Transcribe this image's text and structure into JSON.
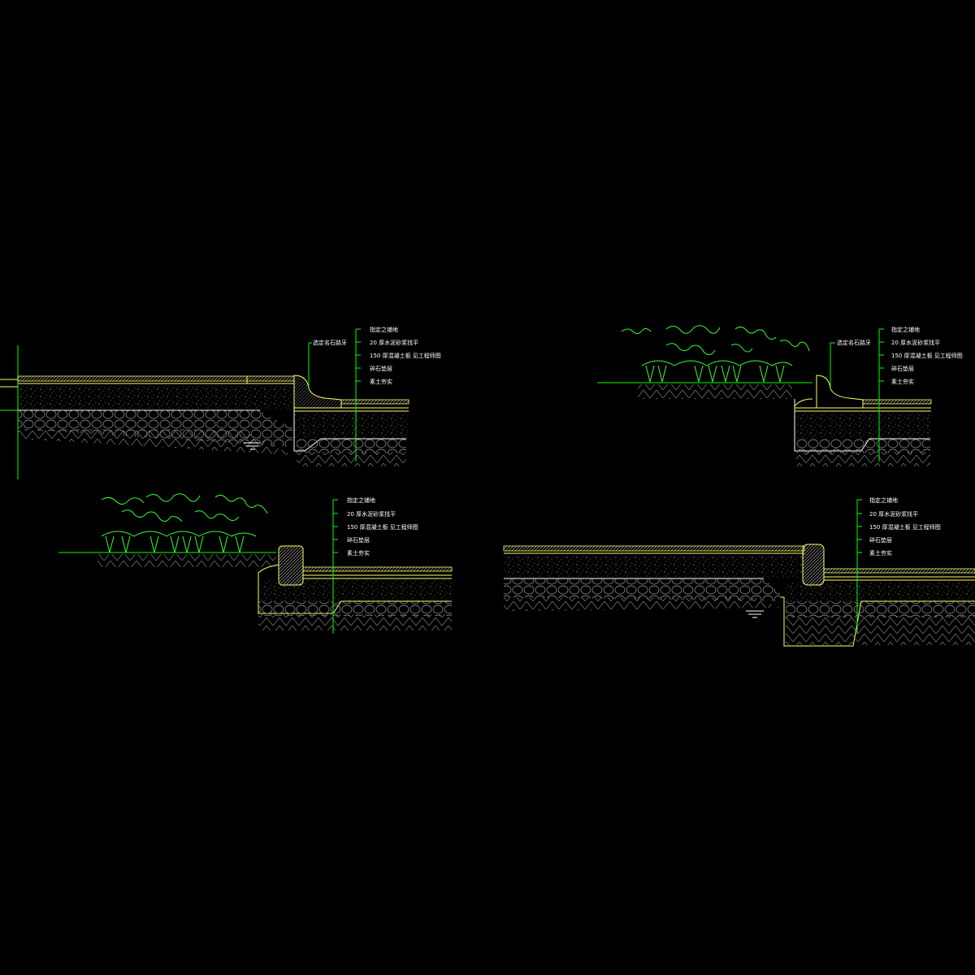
{
  "drawing": {
    "background": "#000000",
    "leader_color": "#00ff00",
    "outline_color": "#ffff66",
    "text_color": "#ffffff",
    "plant_color": "#33ff33"
  },
  "details": [
    {
      "id": "detail-1",
      "side_label": "选定名石路牙",
      "notes": [
        "指定之铺地",
        "20 厚水泥砂浆找平",
        "150 厚混凝土板  见工程师图",
        "碎石垫层",
        "素土夯实"
      ],
      "plants": false
    },
    {
      "id": "detail-2",
      "side_label": "选定名石路牙",
      "notes": [
        "指定之铺地",
        "20 厚水泥砂浆找平",
        "150 厚混凝土板  见工程师图",
        "碎石垫层",
        "素土夯实"
      ],
      "plants": true
    },
    {
      "id": "detail-3",
      "side_label": "",
      "notes": [
        "指定之铺地",
        "20 厚水泥砂浆找平",
        "150 厚混凝土板  见工程师图",
        "碎石垫层",
        "素土夯实"
      ],
      "plants": true
    },
    {
      "id": "detail-4",
      "side_label": "",
      "notes": [
        "指定之铺地",
        "20 厚水泥砂浆找平",
        "150 厚混凝土板  见工程师图",
        "碎石垫层",
        "素土夯实"
      ],
      "plants": false
    }
  ]
}
